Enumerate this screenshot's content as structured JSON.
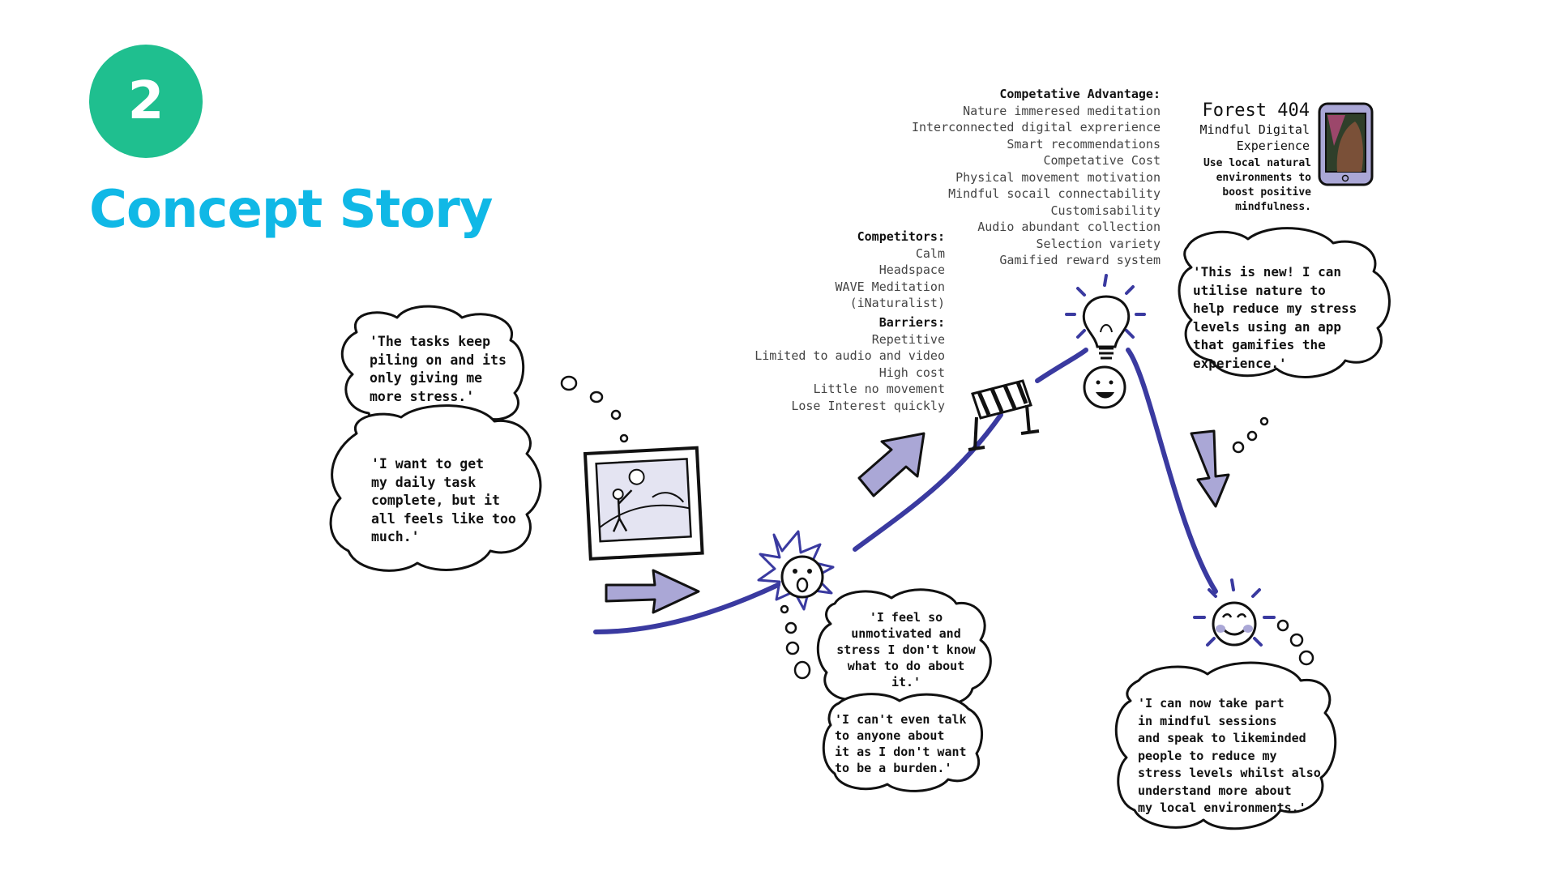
{
  "header": {
    "step_number": "2",
    "title": "Concept Story"
  },
  "bubbles": {
    "tasks": "'The tasks keep\npiling on and its\nonly giving me\nmore stress.'",
    "daily": "'I want to get\nmy daily task\ncomplete, but it\nall feels like too\nmuch.'",
    "unmotivated": "'I feel so\nunmotivated and\nstress I don't know\nwhat to do about\nit.'",
    "talk": "'I can't even talk\nto anyone about\nit as I don't want\nto be a burden.'",
    "new": "'This is new! I can\nutilise nature to\nhelp reduce my stress\nlevels using an app\nthat gamifies the\nexperience.'",
    "mindful": "'I can now take part\nin mindful sessions\nand speak to likeminded\npeople to reduce my\nstress levels whilst also\nunderstand more about\nmy local environments.'"
  },
  "competitors": {
    "heading": "Competitors:",
    "items": [
      "Calm",
      "Headspace",
      "WAVE Meditation",
      "(iNaturalist)"
    ]
  },
  "barriers": {
    "heading": "Barriers:",
    "items": [
      "Repetitive",
      "Limited to audio and video",
      "High cost",
      "Little no movement",
      "Lose Interest quickly"
    ]
  },
  "advantage": {
    "heading": "Competative Advantage:",
    "items": [
      "Nature immeresed meditation",
      "Interconnected digital exprerience",
      "Smart recommendations",
      "Competative Cost",
      "Physical movement motivation",
      "Mindful socail connectability",
      "Customisability",
      "Audio abundant collection",
      "Selection variety",
      "Gamified reward system"
    ]
  },
  "product": {
    "name": "Forest 404",
    "subtitle": "Mindful Digital\nExperience",
    "description": "Use local natural\nenvironments to\nboost positive\nmindfulness."
  },
  "colors": {
    "badge": "#1fbf8f",
    "title": "#10b8e6",
    "journey_line": "#3a3aa0",
    "arrow_fill": "#aaa7d6",
    "ink": "#111111"
  },
  "icons": [
    "photo-sketch-icon",
    "right-arrow-icon",
    "shocked-face-icon",
    "up-right-arrow-icon",
    "hurdle-barrier-icon",
    "lightbulb-icon",
    "happy-face-icon",
    "phone-icon",
    "down-arrow-icon",
    "smiling-face-icon"
  ]
}
